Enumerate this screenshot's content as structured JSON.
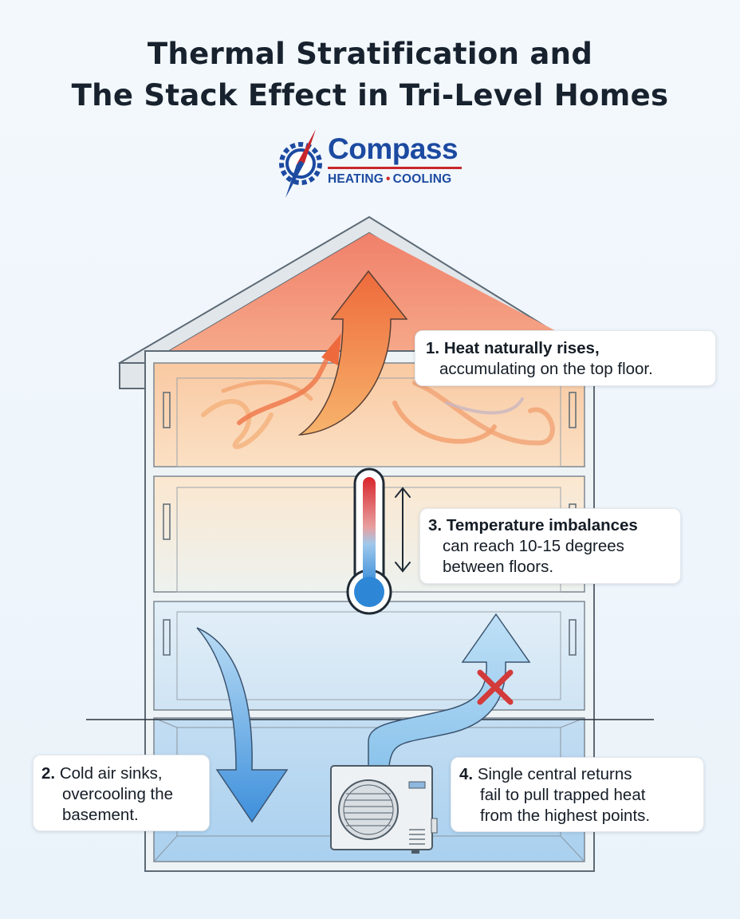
{
  "title": {
    "line1": "Thermal Stratification and",
    "line2": "The Stack Effect in Tri-Level Homes"
  },
  "logo": {
    "name": "Compass",
    "tagline_left": "HEATING",
    "tagline_right": "COOLING",
    "icon": "compass-gear-icon",
    "colors": {
      "blue": "#1c4aa1",
      "red": "#c8262c"
    }
  },
  "callouts": [
    {
      "number": "1.",
      "lead": "Heat naturally rises,",
      "rest": [
        "accumulating on the top floor."
      ]
    },
    {
      "number": "2.",
      "lead": "Cold air sinks,",
      "rest": [
        "overcooling the",
        "basement."
      ]
    },
    {
      "number": "3.",
      "lead": "Temperature imbalances",
      "rest": [
        "can reach 10-15 degrees",
        "between floors."
      ]
    },
    {
      "number": "4.",
      "lead": "Single central returns",
      "rest": [
        "fail to pull trapped heat",
        "from the highest points."
      ]
    }
  ],
  "icons": [
    "warm-air-arrow-icon",
    "cold-air-arrow-icon",
    "thermometer-icon",
    "double-arrow-icon",
    "blocked-return-arrow-icon",
    "x-mark-icon",
    "ac-unit-icon"
  ],
  "colors": {
    "warm": "#f08a4e",
    "cold": "#4a9ee0",
    "roof": "#f1967a",
    "blocked": "#d33a3a"
  }
}
